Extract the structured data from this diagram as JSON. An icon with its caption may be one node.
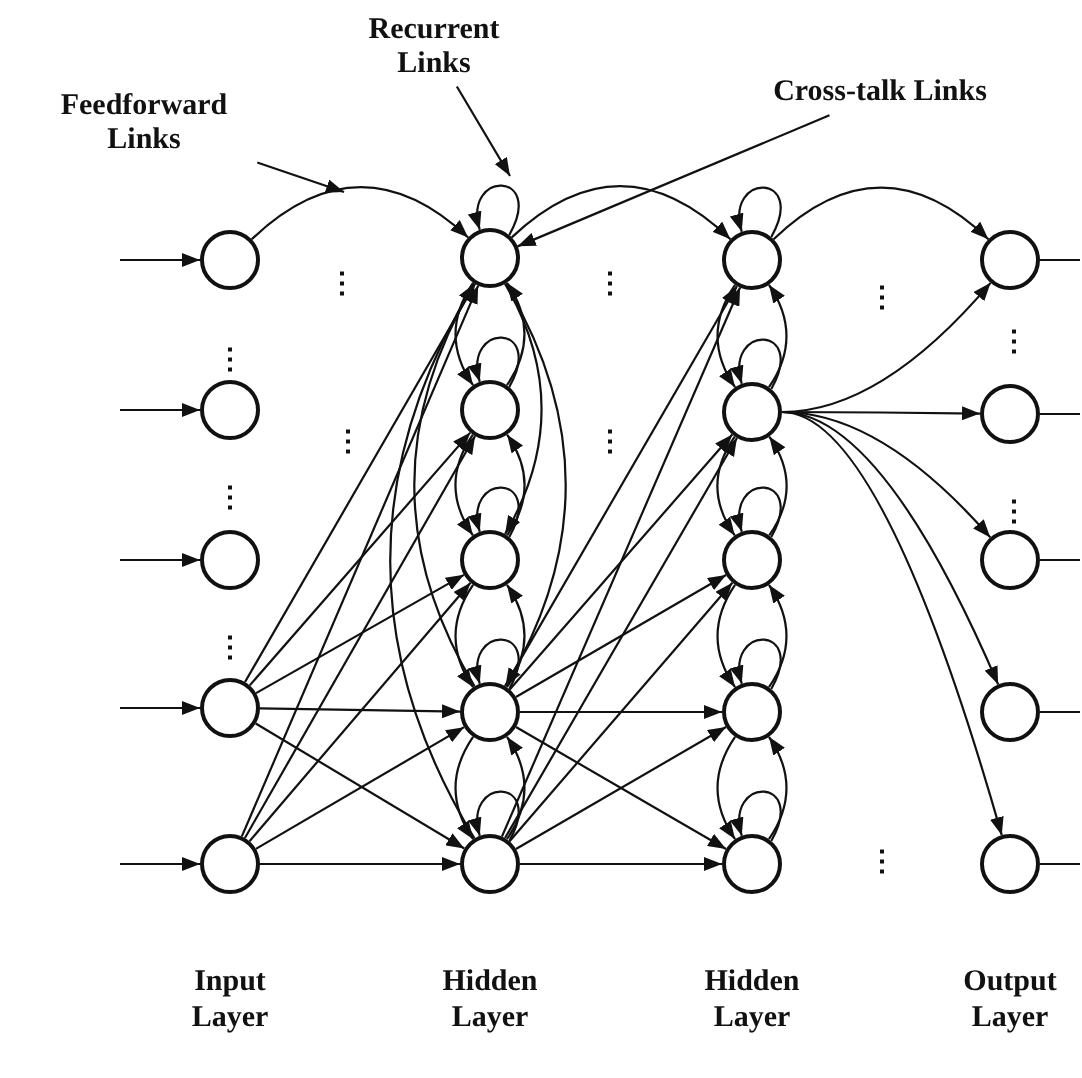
{
  "diagram": {
    "nodes": [
      {
        "text": [
          "Feedforward Links"
        ]
      },
      {
        "text": [
          "Recurrent Links"
        ]
      },
      {
        "text": [
          "Cross-talk Links"
        ]
      },
      {
        "text": [],
        "shape": "circle"
      },
      {
        "text": [],
        "shape": "circle"
      },
      {
        "text": [],
        "shape": "circle"
      },
      {
        "text": [],
        "shape": "circle"
      },
      {
        "text": [],
        "shape": "circle"
      },
      {
        "text": [],
        "shape": "circle"
      },
      {
        "text": [],
        "shape": "circle"
      },
      {
        "text": [],
        "shape": "circle"
      },
      {
        "text": [],
        "shape": "circle"
      },
      {
        "text": [],
        "shape": "circle"
      },
      {
        "text": [],
        "shape": "circle"
      },
      {
        "text": [],
        "shape": "circle"
      },
      {
        "text": [],
        "shape": "circle"
      },
      {
        "text": [],
        "shape": "circle"
      },
      {
        "text": [],
        "shape": "circle"
      },
      {
        "text": [],
        "shape": "circle"
      },
      {
        "text": [],
        "shape": "circle"
      },
      {
        "text": [],
        "shape": "circle"
      },
      {
        "text": [],
        "shape": "circle"
      },
      {
        "text": [],
        "shape": "circle"
      }
    ],
    "edges": [
      {
        "from": 0,
        "to": null,
        "arrow": "to"
      },
      {
        "from": 1,
        "to": null,
        "arrow": "to"
      },
      {
        "from": 2,
        "to": 8,
        "arrow": "to"
      },
      {
        "from": null,
        "to": 3,
        "arrow": "to"
      },
      {
        "from": null,
        "to": 4,
        "arrow": "to"
      },
      {
        "from": null,
        "to": 5,
        "arrow": "to"
      },
      {
        "from": null,
        "to": 6,
        "arrow": "to"
      },
      {
        "from": null,
        "to": 7,
        "arrow": "to"
      },
      {
        "from": 3,
        "to": 8,
        "arrow": "to"
      },
      {
        "from": 6,
        "to": 8,
        "arrow": "to"
      },
      {
        "from": 6,
        "to": 9,
        "arrow": "to"
      },
      {
        "from": 6,
        "to": 10,
        "arrow": "to"
      },
      {
        "from": 6,
        "to": 11,
        "arrow": "to"
      },
      {
        "from": 6,
        "to": 12,
        "arrow": "to"
      },
      {
        "from": 7,
        "to": 8,
        "arrow": "to"
      },
      {
        "from": 7,
        "to": 9,
        "arrow": "to"
      },
      {
        "from": 7,
        "to": 10,
        "arrow": "to"
      },
      {
        "from": 7,
        "to": 11,
        "arrow": "to"
      },
      {
        "from": 7,
        "to": 12,
        "arrow": "to"
      },
      {
        "from": 8,
        "to": 8,
        "arrow": "to"
      },
      {
        "from": 9,
        "to": 9,
        "arrow": "to"
      },
      {
        "from": 10,
        "to": 10,
        "arrow": "to"
      },
      {
        "from": 11,
        "to": 11,
        "arrow": "to"
      },
      {
        "from": 12,
        "to": 12,
        "arrow": "to"
      },
      {
        "from": 8,
        "to": 9,
        "arrow": "to"
      },
      {
        "from": 9,
        "to": 8,
        "arrow": "to"
      },
      {
        "from": 9,
        "to": 10,
        "arrow": "to"
      },
      {
        "from": 10,
        "to": 9,
        "arrow": "to"
      },
      {
        "from": 10,
        "to": 11,
        "arrow": "to"
      },
      {
        "from": 11,
        "to": 10,
        "arrow": "to"
      },
      {
        "from": 11,
        "to": 12,
        "arrow": "to"
      },
      {
        "from": 12,
        "to": 11,
        "arrow": "to"
      },
      {
        "from": 8,
        "to": 10,
        "arrow": "to"
      },
      {
        "from": 8,
        "to": 11,
        "arrow": "to"
      },
      {
        "from": 11,
        "to": 8,
        "arrow": "to"
      },
      {
        "from": 12,
        "to": 8,
        "arrow": "to"
      },
      {
        "from": 8,
        "to": 13,
        "arrow": "to"
      },
      {
        "from": 11,
        "to": 13,
        "arrow": "to"
      },
      {
        "from": 11,
        "to": 14,
        "arrow": "to"
      },
      {
        "from": 11,
        "to": 15,
        "arrow": "to"
      },
      {
        "from": 11,
        "to": 16,
        "arrow": "to"
      },
      {
        "from": 11,
        "to": 17,
        "arrow": "to"
      },
      {
        "from": 12,
        "to": 13,
        "arrow": "to"
      },
      {
        "from": 12,
        "to": 14,
        "arrow": "to"
      },
      {
        "from": 12,
        "to": 15,
        "arrow": "to"
      },
      {
        "from": 12,
        "to": 16,
        "arrow": "to"
      },
      {
        "from": 12,
        "to": 17,
        "arrow": "to"
      },
      {
        "from": 13,
        "to": 13,
        "arrow": "to"
      },
      {
        "from": 14,
        "to": 14,
        "arrow": "to"
      },
      {
        "from": 15,
        "to": 15,
        "arrow": "to"
      },
      {
        "from": 16,
        "to": 16,
        "arrow": "to"
      },
      {
        "from": 17,
        "to": 17,
        "arrow": "to"
      },
      {
        "from": 13,
        "to": 14,
        "arrow": "to"
      },
      {
        "from": 14,
        "to": 13,
        "arrow": "to"
      },
      {
        "from": 14,
        "to": 15,
        "arrow": "to"
      },
      {
        "from": 15,
        "to": 14,
        "arrow": "to"
      },
      {
        "from": 15,
        "to": 16,
        "arrow": "to"
      },
      {
        "from": 16,
        "to": 15,
        "arrow": "to"
      },
      {
        "from": 16,
        "to": 17,
        "arrow": "to"
      },
      {
        "from": 17,
        "to": 16,
        "arrow": "to"
      },
      {
        "from": 13,
        "to": 18,
        "arrow": "to"
      },
      {
        "from": 14,
        "to": 18,
        "arrow": "to"
      },
      {
        "from": 14,
        "to": 19,
        "arrow": "to"
      },
      {
        "from": 14,
        "to": 20,
        "arrow": "to"
      },
      {
        "from": 14,
        "to": 21,
        "arrow": "to"
      },
      {
        "from": 14,
        "to": 22,
        "arrow": "to"
      },
      {
        "from": 18,
        "to": null,
        "arrow": "none"
      },
      {
        "from": 19,
        "to": null,
        "arrow": "none"
      },
      {
        "from": 20,
        "to": null,
        "arrow": "none"
      },
      {
        "from": 21,
        "to": null,
        "arrow": "none"
      },
      {
        "from": 22,
        "to": null,
        "arrow": "none"
      }
    ],
    "labels": [
      "⋮",
      "⋮",
      "⋮",
      "⋮",
      "⋮",
      "⋮",
      "⋮",
      "⋮",
      "⋮",
      "⋮",
      "⋮",
      "Input Layer",
      "Hidden Layer",
      "Hidden Layer",
      "Output Layer"
    ]
  }
}
